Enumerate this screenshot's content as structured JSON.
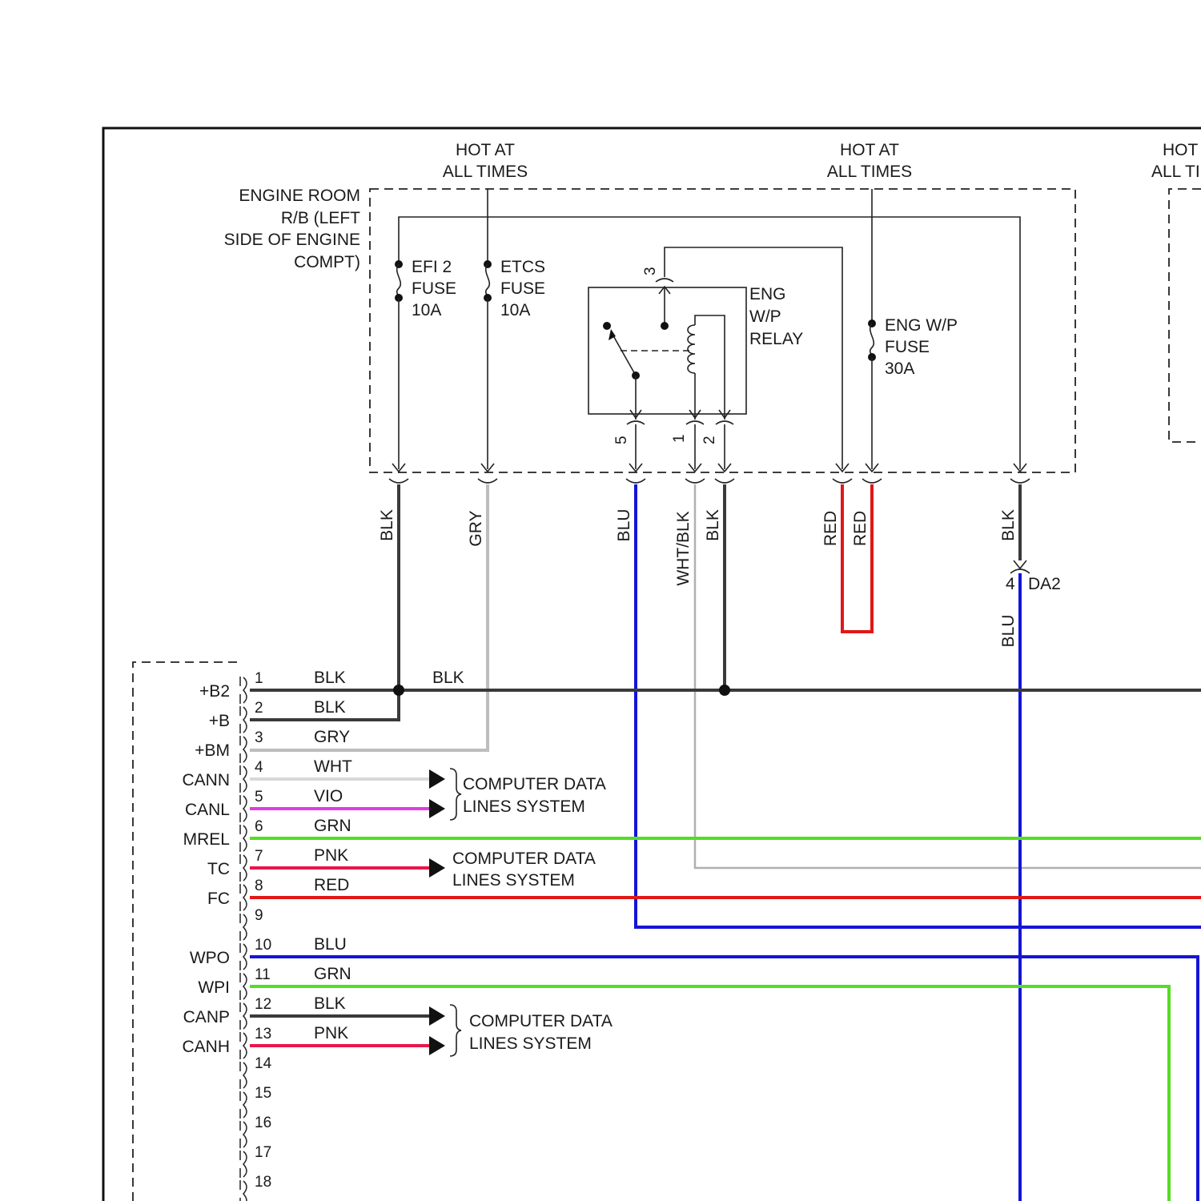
{
  "power": [
    {
      "line1": "HOT AT",
      "line2": "ALL TIMES"
    },
    {
      "line1": "HOT AT",
      "line2": "ALL TIMES"
    },
    {
      "line1": "HOT",
      "line2": "ALL TI"
    }
  ],
  "relay_box": {
    "lines": [
      "ENGINE ROOM",
      "R/B (LEFT",
      "SIDE OF ENGINE",
      "COMPT)"
    ]
  },
  "fuses": [
    {
      "name": "EFI 2",
      "type": "FUSE",
      "rating": "10A"
    },
    {
      "name": "ETCS",
      "type": "FUSE",
      "rating": "10A"
    },
    {
      "name": "ENG W/P",
      "type": "FUSE",
      "rating": "30A"
    }
  ],
  "relay": {
    "lines": [
      "ENG",
      "W/P",
      "RELAY"
    ],
    "pins": {
      "p3": "3",
      "p5": "5",
      "p1": "1",
      "p2": "2"
    }
  },
  "wire_colors_vertical": [
    "BLK",
    "GRY",
    "BLU",
    "WHT/BLK",
    "BLK",
    "RED",
    "RED",
    "BLK",
    "BLU"
  ],
  "connector_da2": {
    "pin": "4",
    "name": "DA2"
  },
  "bus_label": "BLK",
  "ecm_pins": [
    {
      "num": "1",
      "name": "+B2",
      "wire": "BLK",
      "color": "#3a3a3a"
    },
    {
      "num": "2",
      "name": "+B",
      "wire": "BLK",
      "color": "#3a3a3a"
    },
    {
      "num": "3",
      "name": "+BM",
      "wire": "GRY",
      "color": "#bdbdbd"
    },
    {
      "num": "4",
      "name": "CANN",
      "wire": "WHT",
      "color": "#d8d8d8"
    },
    {
      "num": "5",
      "name": "CANL",
      "wire": "VIO",
      "color": "#e23be0"
    },
    {
      "num": "6",
      "name": "MREL",
      "wire": "GRN",
      "color": "#55dd22"
    },
    {
      "num": "7",
      "name": "TC",
      "wire": "PNK",
      "color": "#e8174a"
    },
    {
      "num": "8",
      "name": "FC",
      "wire": "RED",
      "color": "#e01818"
    },
    {
      "num": "9",
      "name": "",
      "wire": "",
      "color": ""
    },
    {
      "num": "10",
      "name": "WPO",
      "wire": "BLU",
      "color": "#1515d6"
    },
    {
      "num": "11",
      "name": "WPI",
      "wire": "GRN",
      "color": "#55dd22"
    },
    {
      "num": "12",
      "name": "CANP",
      "wire": "BLK",
      "color": "#3a3a3a"
    },
    {
      "num": "13",
      "name": "CANH",
      "wire": "PNK",
      "color": "#e8174a"
    },
    {
      "num": "14",
      "name": "",
      "wire": "",
      "color": ""
    },
    {
      "num": "15",
      "name": "",
      "wire": "",
      "color": ""
    },
    {
      "num": "16",
      "name": "",
      "wire": "",
      "color": ""
    },
    {
      "num": "17",
      "name": "",
      "wire": "",
      "color": ""
    },
    {
      "num": "18",
      "name": "",
      "wire": "",
      "color": ""
    }
  ],
  "computer_data_refs": [
    {
      "line1": "COMPUTER DATA",
      "line2": "LINES SYSTEM"
    },
    {
      "line1": "COMPUTER DATA",
      "line2": "LINES SYSTEM"
    },
    {
      "line1": "COMPUTER DATA",
      "line2": "LINES SYSTEM"
    }
  ],
  "colors": {
    "black": "#3a3a3a",
    "gray": "#bdbdbd",
    "white": "#d8d8d8",
    "violet": "#e23be0",
    "green": "#55dd22",
    "pink": "#e8174a",
    "red": "#e01818",
    "blue": "#1515d6"
  }
}
